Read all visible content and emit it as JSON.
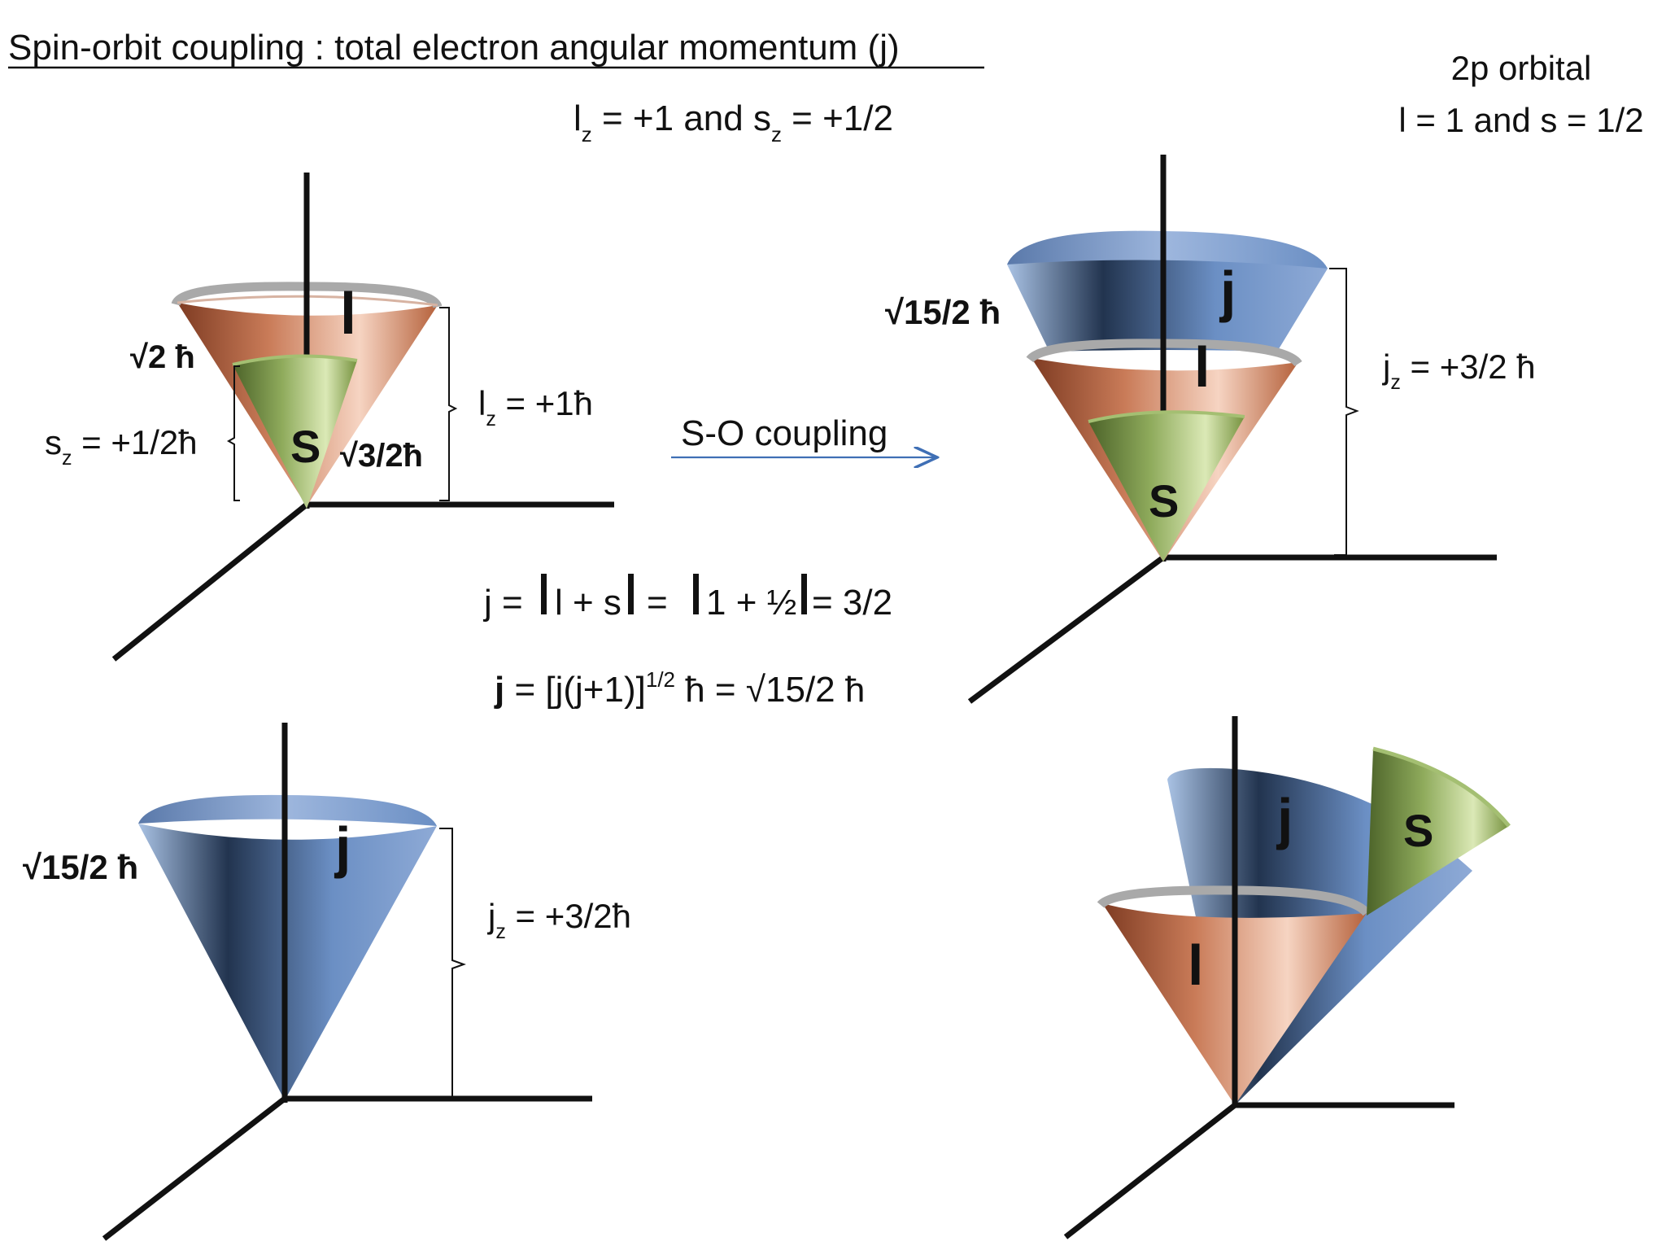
{
  "title": "Spin-orbit coupling : total electron angular momentum (j)",
  "orbital": {
    "name": "2p orbital",
    "quantum": "l = 1 and s = 1/2"
  },
  "condition": {
    "l_base": "l",
    "l_sub": "z",
    "l_mid": " = +1 and s",
    "s_sub": "z",
    "tail": " = +1/2"
  },
  "arrow_label": "S-O coupling",
  "colors": {
    "l_cone": "#c97b58",
    "s_cone": "#8fab5c",
    "j_cone": "#5b82b8",
    "axis": "#111111",
    "arrow": "#3f6fb5"
  },
  "panel_a": {
    "cone_l": "l",
    "cone_s": "S",
    "mag_l": "√2 ħ",
    "mag_s": "√3/2ħ",
    "lz_base": "l",
    "lz_sub": "z",
    "lz_val": " = +1ħ",
    "sz_base": "s",
    "sz_sub": "z",
    "sz_val": " = +1/2ħ"
  },
  "panel_b": {
    "cone_j": "j",
    "cone_l": "l",
    "cone_s": "S",
    "mag_j": "√15/2 ħ",
    "jz_base": "j",
    "jz_sub": "z",
    "jz_val": " = +3/2 ħ"
  },
  "panel_c": {
    "cone_j": "j",
    "mag_j": "√15/2 ħ",
    "jz_base": "j",
    "jz_sub": "z",
    "jz_val": " = +3/2ħ"
  },
  "panel_d": {
    "cone_j": "j",
    "cone_l": "l",
    "cone_s": "S"
  },
  "formula1": {
    "lhs": "j = ",
    "abs1_inner": "l + s",
    "mid": " = ",
    "abs2_inner": "1 + ½",
    "rhs": " = 3/2"
  },
  "formula2": {
    "bold_j": "j",
    "part1": " = [j(j+1)]",
    "sup": "1/2",
    "part2": " ħ = √15/2 ħ"
  }
}
